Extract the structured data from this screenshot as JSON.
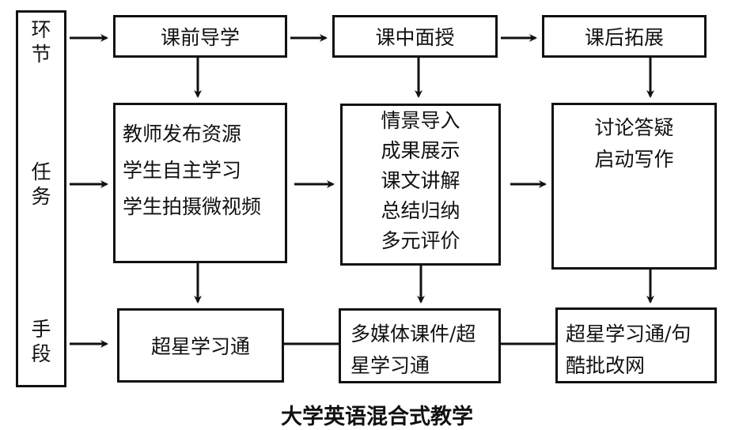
{
  "side_labels": {
    "stage": "环节",
    "stage_chars": [
      "环",
      "节"
    ],
    "task_chars": [
      "任",
      "务"
    ],
    "means_chars": [
      "手",
      "段"
    ]
  },
  "stages": [
    {
      "label": "课前导学"
    },
    {
      "label": "课中面授"
    },
    {
      "label": "课后拓展"
    }
  ],
  "tasks": [
    {
      "lines": [
        "教师发布资源",
        "学生自主学习",
        "学生拍摄微视频"
      ]
    },
    {
      "lines": [
        "情景导入",
        "成果展示",
        "课文讲解",
        "总结归纳",
        "多元评价"
      ]
    },
    {
      "lines": [
        "讨论答疑",
        "启动写作"
      ]
    }
  ],
  "means": [
    {
      "lines": [
        "超星学习通"
      ]
    },
    {
      "lines": [
        "多媒体课件/超",
        "星学习通"
      ]
    },
    {
      "lines": [
        "超星学习通/句",
        "酷批改网"
      ]
    }
  ],
  "caption": "大学英语混合式教学"
}
